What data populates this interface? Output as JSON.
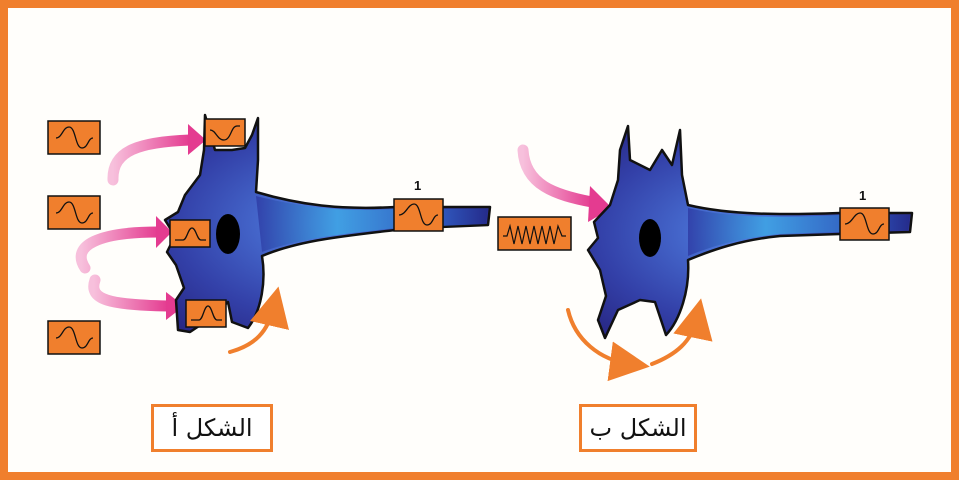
{
  "figures": {
    "a": {
      "caption": "الشكل أ",
      "axon_label": "1"
    },
    "b": {
      "caption": "الشكل ب",
      "axon_label": "1"
    }
  },
  "colors": {
    "border": "#f07f2d",
    "signal_box": "#f07f2d",
    "neuron_dark": "#2a2a8a",
    "neuron_light": "#3fa0e0",
    "nucleus": "#000000",
    "input_arrow": "#e84a9a",
    "flow_arrow": "#f07f2d"
  },
  "icons": [
    "signal-wave-icon",
    "burst-signal-icon",
    "pink-input-arrow",
    "orange-flow-arrow"
  ]
}
